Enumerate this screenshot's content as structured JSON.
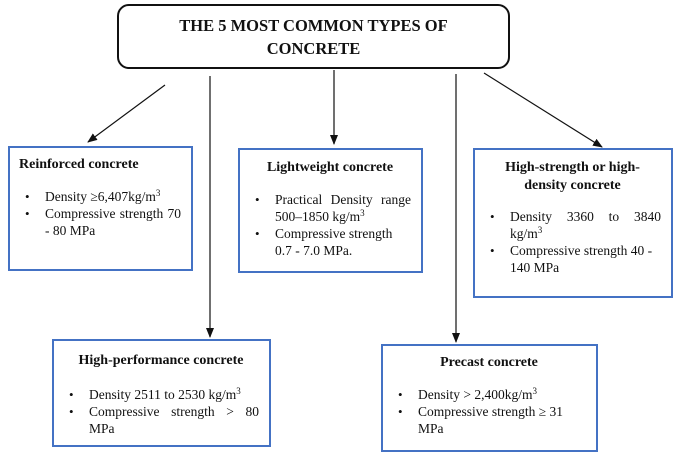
{
  "title": "THE 5 MOST COMMON TYPES OF CONCRETE",
  "boxes": {
    "reinforced": {
      "heading": "Reinforced concrete",
      "density_prefix": "Density ≥6,407kg/m",
      "density_sup": "3",
      "strength": "Compressive strength 70 - 80 MPa"
    },
    "lightweight": {
      "heading": "Lightweight concrete",
      "density_prefix": "Practical Density range 500–1850 kg/m",
      "density_sup": "3",
      "strength": "Compressive strength 0.7 - 7.0 MPa."
    },
    "highstrength": {
      "heading": "High-strength or high-density concrete",
      "density_prefix": "Density 3360 to 3840 kg/m",
      "density_sup": "3",
      "strength": "Compressive strength 40 - 140 MPa"
    },
    "performance": {
      "heading": "High-performance concrete",
      "density_prefix": "Density 2511 to 2530 kg/m",
      "density_sup": "3",
      "strength": "Compressive strength > 80 MPa"
    },
    "precast": {
      "heading": "Precast concrete",
      "density_prefix": "Density > 2,400kg/m",
      "density_sup": "3",
      "strength": "Compressive strength ≥ 31 MPa"
    }
  },
  "colors": {
    "box_border": "#4472c4",
    "arrow": "#111111"
  }
}
